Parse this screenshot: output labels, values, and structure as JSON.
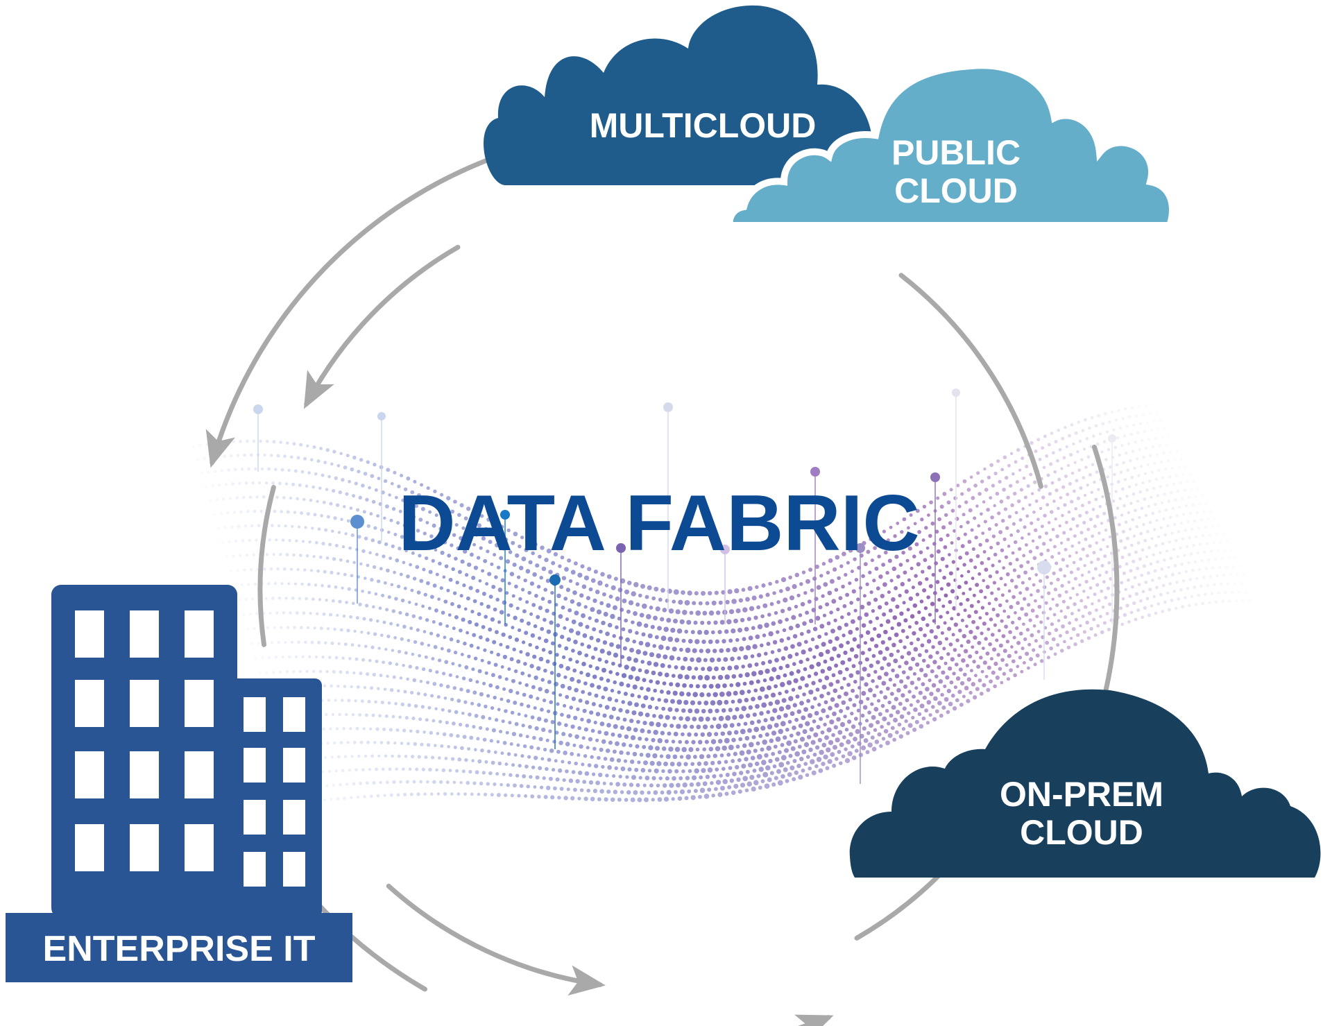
{
  "title": "DATA FABRIC",
  "nodes": {
    "multicloud": {
      "label": "MULTICLOUD"
    },
    "public_cloud": {
      "lines": [
        "PUBLIC",
        "CLOUD"
      ]
    },
    "on_prem_cloud": {
      "lines": [
        "ON-PREM",
        "CLOUD"
      ]
    },
    "enterprise_it": {
      "label": "ENTERPRISE IT"
    }
  },
  "colors": {
    "title": "#0d4a94",
    "multicloud": "#1f5c8b",
    "public_cloud": "#65aec9",
    "on_prem_cloud": "#183f5b",
    "enterprise_it": "#2a5594",
    "cycle_arrows": "#a9a9a9",
    "wave_start": "#6d84c6",
    "wave_end": "#8d55ad"
  },
  "icons": {
    "multicloud": "cloud-icon",
    "public_cloud": "cloud-icon",
    "on_prem_cloud": "cloud-icon",
    "enterprise_it": "building-icon",
    "cycle": "circular-arrows-icon",
    "background": "particle-wave-graphic"
  }
}
